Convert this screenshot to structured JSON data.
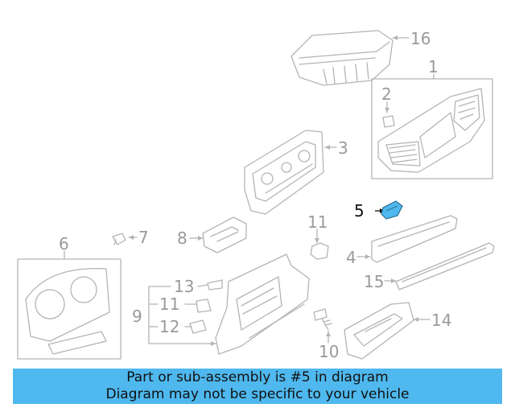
{
  "diagram": {
    "callouts": {
      "c1": "1",
      "c2": "2",
      "c3": "3",
      "c4": "4",
      "c5": "5",
      "c6": "6",
      "c7": "7",
      "c8": "8",
      "c9": "9",
      "c10": "10",
      "c11a": "11",
      "c11b": "11",
      "c12": "12",
      "c13": "13",
      "c14": "14",
      "c15": "15",
      "c16": "16"
    },
    "highlighted_part": "5",
    "colors": {
      "line": "#b4b4b4",
      "text": "#9a9a9a",
      "highlight": "#4fb8ee",
      "highlight_text": "#111111"
    }
  },
  "banner": {
    "line1": "Part or sub-assembly is #5 in diagram",
    "line2": "Diagram may not be specific to your vehicle"
  }
}
